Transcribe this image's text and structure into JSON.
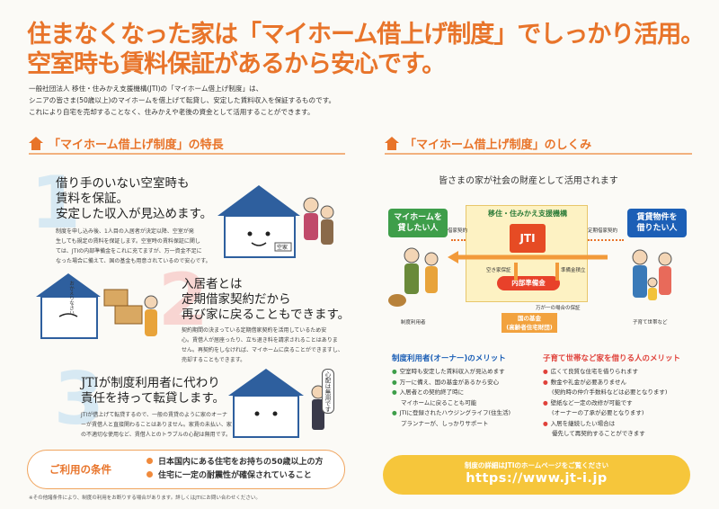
{
  "header": {
    "headline_line1": "住まなくなった家は「マイホーム借上げ制度」でしっかり活用。",
    "headline_line2": "空室時も賃料保証があるから安心です。",
    "intro": [
      "一般社団法人 移住・住みかえ支援機構(JTI)の「マイホーム借上げ制度」は、",
      "シニアの皆さま(50歳以上)のマイホームを借上げて転貸し、安定した賃料収入を保証するものです。",
      "これにより自宅を売却することなく、住みかえや老後の資金として活用することができます。"
    ]
  },
  "features": {
    "heading": "「マイホーム借上げ制度」の特長",
    "items": [
      {
        "number": "1",
        "title": [
          "借り手のいない空室時も",
          "賃料を保証。",
          "安定した収入が見込めます。"
        ],
        "body": [
          "制度を申し込み後、1人目の入居者が決定以降、空室が発",
          "生しても規定の賃料を保証します。空室時の賃料保証に関し",
          "ては、JTIの内部準備金をこれに充てますが、万一資金不足に",
          "なった場合に備えて、国の基金も用意されているので安心です。"
        ]
      },
      {
        "number": "2",
        "title": [
          "入居者とは",
          "定期借家契約だから",
          "再び家に戻ることもできます。"
        ],
        "body": [
          "契約期間の決まっている定期借家契約を活用しているため安",
          "心。賃借人が居座ったり、立ち退き料を請求されることはありま",
          "せん。再契約をしなければ、マイホームに戻ることができますし、",
          "売却することもできます。"
        ]
      },
      {
        "number": "3",
        "title": [
          "JTIが制度利用者に代わり",
          "責任を持って転貸します。"
        ],
        "body": [
          "JTIが借上げて転貸するので、一般の賃貸のように家のオーナ",
          "ーが賃借人と直接関わることはありません。家賃の未払い、家",
          "の不適切な使用など、賃借人とのトラブルの心配は無用です。"
        ]
      }
    ],
    "bubbles": {
      "house_welcome": "おかえりなさい",
      "house_sign": "空家",
      "speech": "心配は無用です"
    }
  },
  "conditions": {
    "title": "ご利用の条件",
    "items": [
      "日本国内にある住宅をお持ちの50歳以上の方",
      "住宅に一定の耐震性が確保されていること"
    ],
    "footnote": "※その他諸条件により、制度の利用をお断りする場合があります。詳しくはJTIにお問い合わせください。"
  },
  "mechanism": {
    "heading": "「マイホーム借上げ制度」のしくみ",
    "caption": "皆さまの家が社会の財産として活用されます",
    "owner_box": [
      "マイホームを",
      "貸したい人"
    ],
    "tenant_box": [
      "賃貸物件を",
      "借りたい人"
    ],
    "org_name": "移住・住みかえ支援機構",
    "jti_logo": "JTI",
    "reserve": "内部準備金",
    "label_lease": "借家契約",
    "label_fixed_lease": "定期借家契約",
    "label_rent_guarantee": "空き家保証",
    "label_reserve_fund": "準備金積立",
    "label_emergency": "万が一の場合の保証",
    "fund_box": [
      "国の基金",
      "(高齢者住宅財団)"
    ],
    "owner_caption": "制度利用者",
    "tenant_caption": "子育て世帯など"
  },
  "merits": {
    "owner_title": "制度利用者(オーナー)のメリット",
    "owner_items": [
      [
        "空室時も安定した賃料収入が見込めます"
      ],
      [
        "万一に備え、国の基金があるから安心"
      ],
      [
        "入居者との契約終了時に",
        "マイホームに戻ることも可能"
      ],
      [
        "JTIに登録されたハウジングライフ(住生活)",
        "プランナーが、しっかりサポート"
      ]
    ],
    "tenant_title": "子育て世帯など家を借りる人のメリット",
    "tenant_items": [
      [
        "広くて良質な住宅を借りられます"
      ],
      [
        "敷金や礼金が必要ありません",
        "(契約時の仲介手数料などは必要となります)"
      ],
      [
        "壁紙など一定の改修が可能です",
        "(オーナーの了承が必要となります)"
      ],
      [
        "入居を継続したい場合は",
        "優先して再契約することができます"
      ]
    ]
  },
  "web": {
    "label": "制度の詳細はJTIのホームページをご覧ください",
    "url": "https://www.jt-i.jp"
  },
  "colors": {
    "accent": "#e8742a",
    "green": "#3e9e4a",
    "blue": "#1c5fb6",
    "red": "#e0423b",
    "yellow": "#f6c63b"
  }
}
